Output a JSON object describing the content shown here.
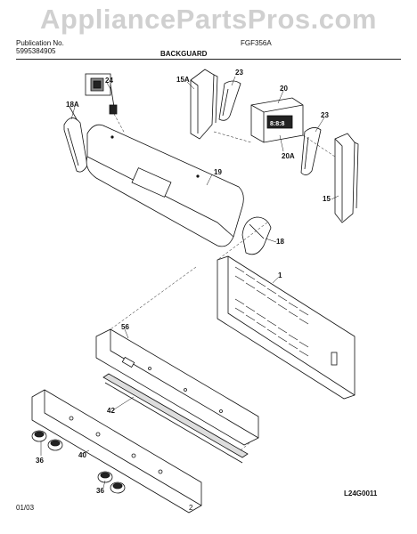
{
  "header": {
    "watermark": "AppliancePartsPros.com",
    "publication_label": "Publication No.",
    "publication_number": "5995384905",
    "model": "FGF356A",
    "section_title": "BACKGUARD"
  },
  "callouts": {
    "c24": "24",
    "c23a": "23",
    "c15a": "15A",
    "c20": "20",
    "c18a": "18A",
    "c23b": "23",
    "c19": "19",
    "c20a": "20A",
    "c15": "15",
    "c18": "18",
    "c1": "1",
    "c56": "56",
    "c42": "42",
    "c36a": "36",
    "c40": "40",
    "c36b": "36"
  },
  "footer": {
    "date": "01/03",
    "page": "2",
    "figure_code": "L24G0011"
  },
  "colors": {
    "line": "#111111",
    "fill": "#ffffff",
    "shade": "#dcdcdc"
  }
}
